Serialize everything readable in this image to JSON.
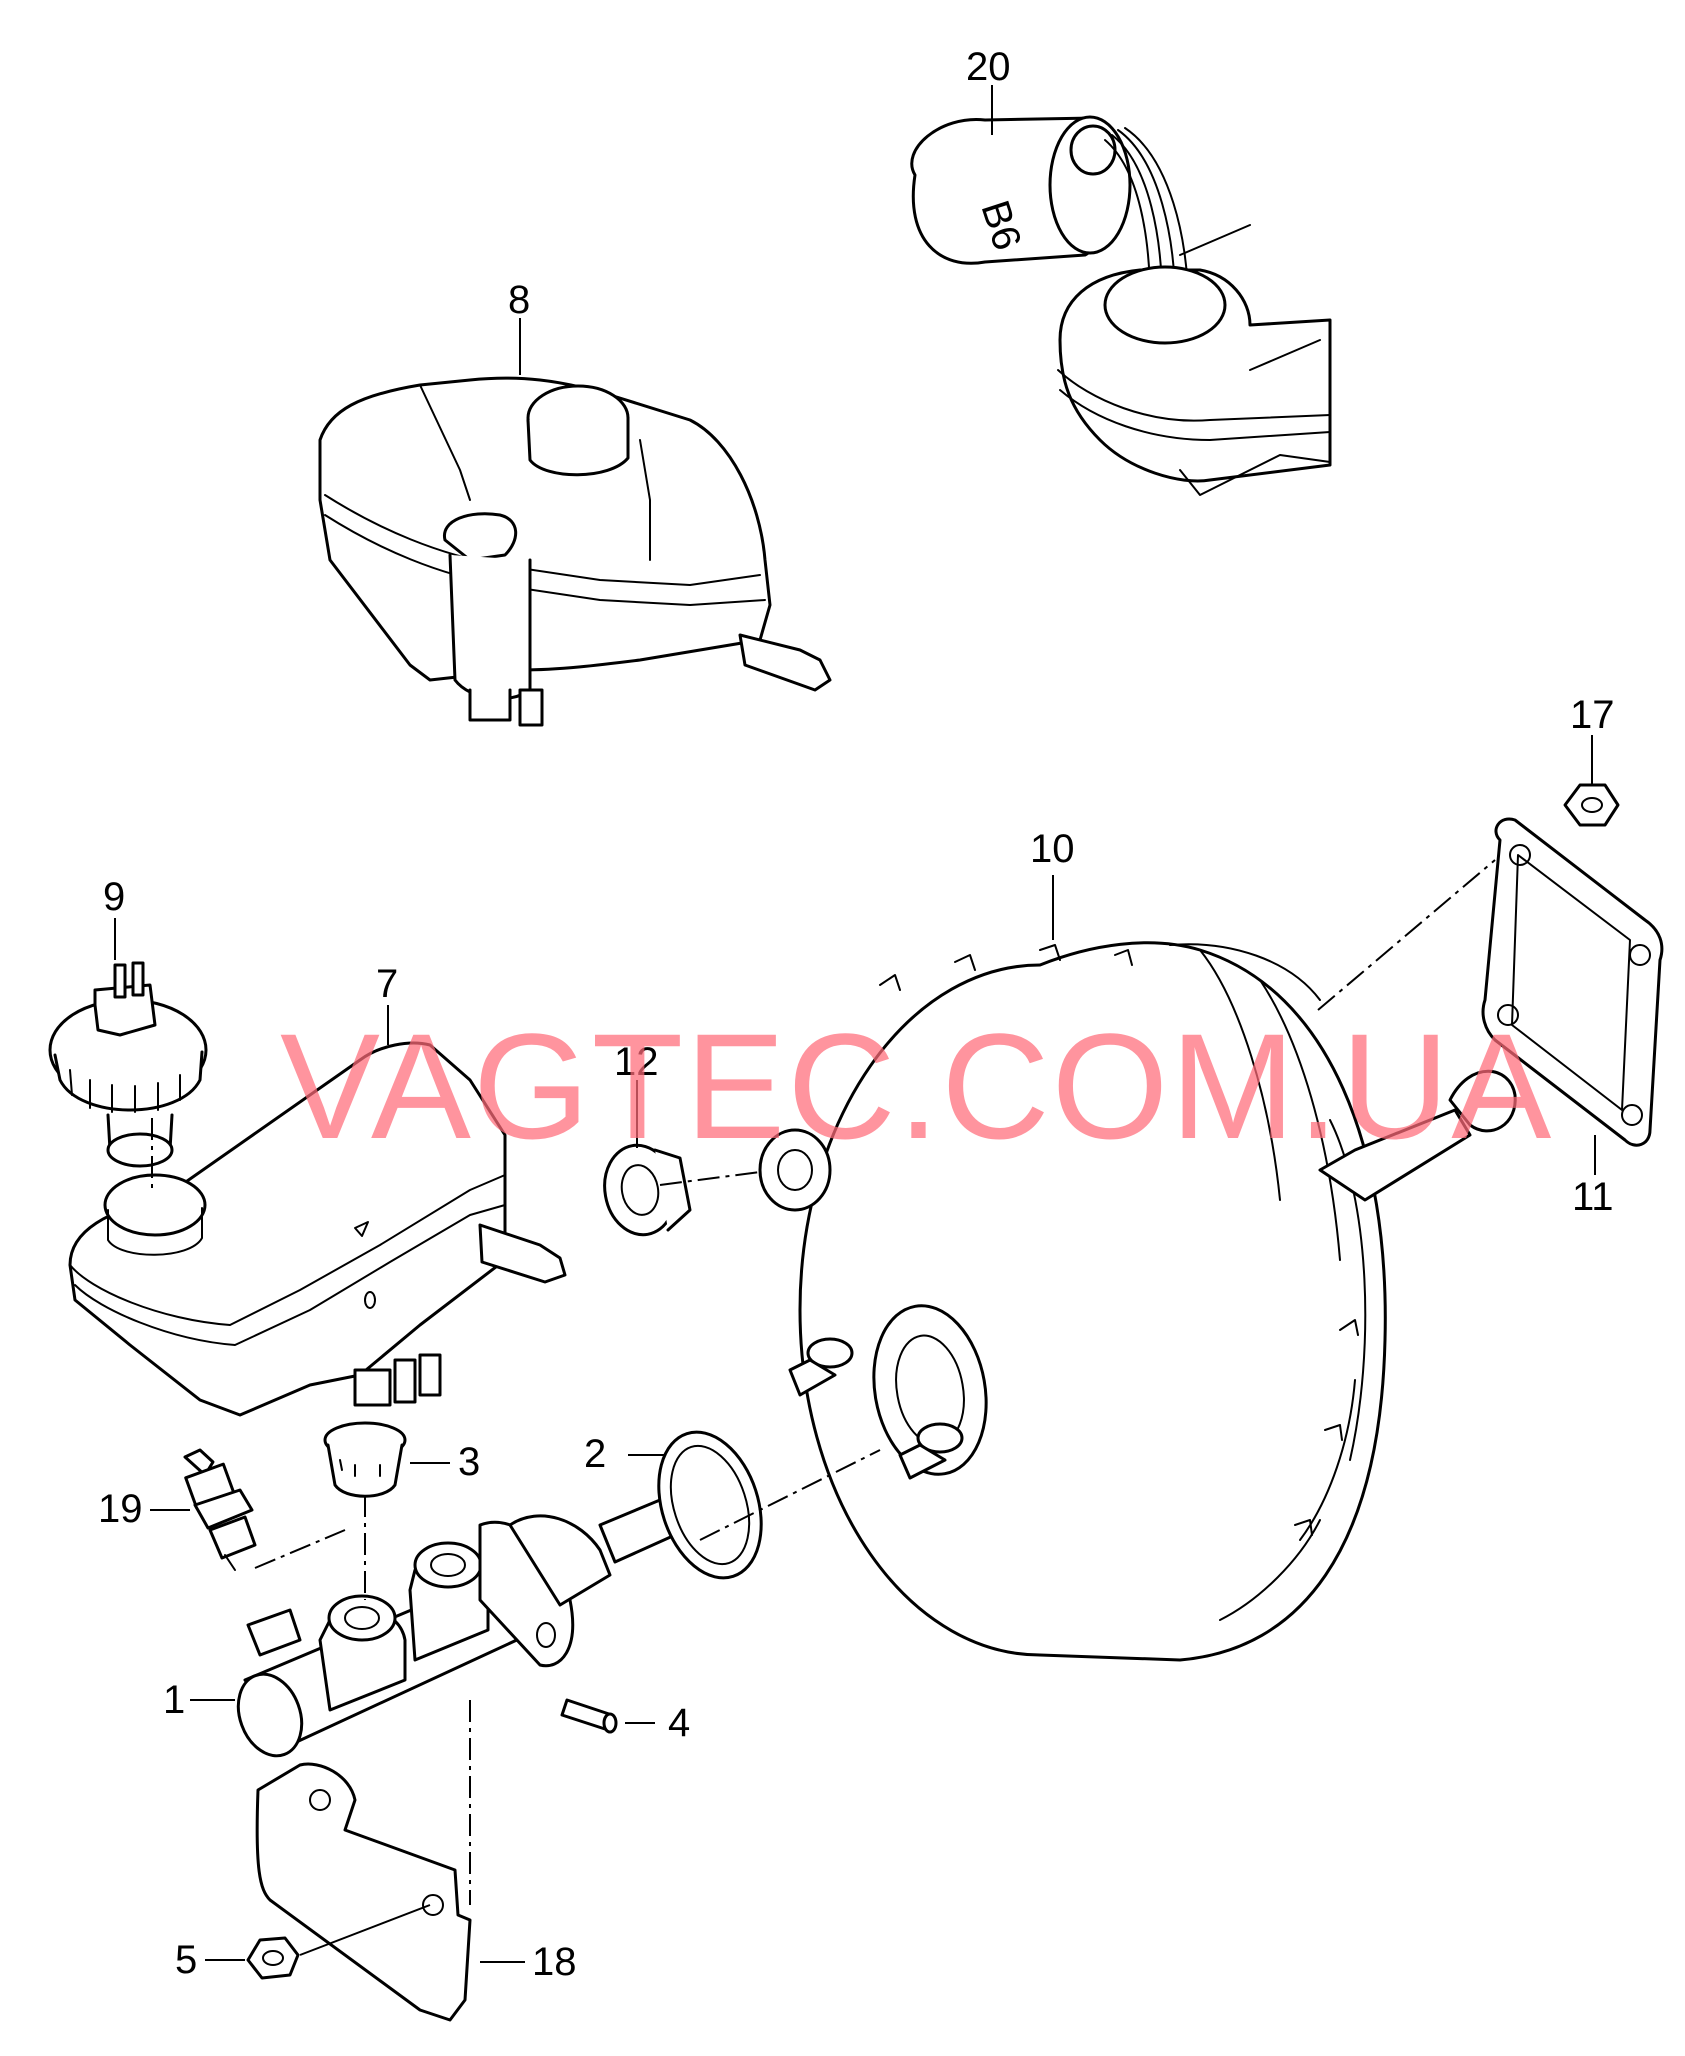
{
  "diagram": {
    "watermark": "VAGTEC.COM.UA",
    "container_label": "B6",
    "callouts": {
      "c1": "1",
      "c2": "2",
      "c3": "3",
      "c4": "4",
      "c5": "5",
      "c7": "7",
      "c8": "8",
      "c9": "9",
      "c10": "10",
      "c11": "11",
      "c12": "12",
      "c17": "17",
      "c18": "18",
      "c19": "19",
      "c20": "20"
    }
  }
}
